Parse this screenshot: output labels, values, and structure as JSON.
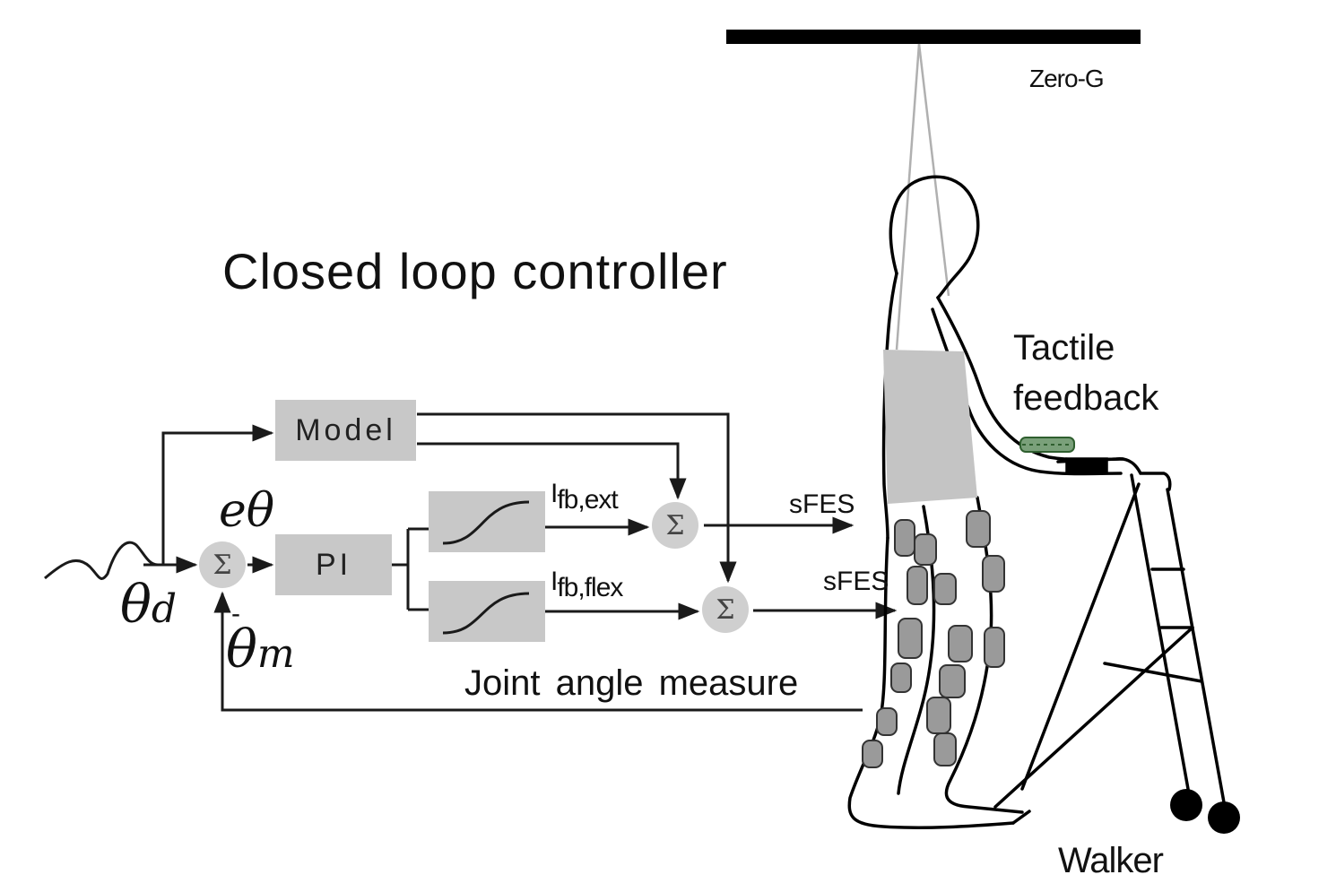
{
  "title": "Closed loop controller",
  "labels": {
    "zero_g": "Zero-G",
    "tactile_feedback": "Tactile feedback",
    "walker": "Walker",
    "joint_angle_measure": "Joint angle measure",
    "sfes_upper": "sFES",
    "sfes_lower": "sFES"
  },
  "blocks": {
    "model": "Model",
    "pi": "PI"
  },
  "summers": {
    "symbol": "Σ"
  },
  "signals": {
    "error": "eθ",
    "desired_symbol": "θ",
    "desired_sub": "d",
    "measured_symbol": "θ",
    "measured_sub": "m",
    "minus_sign": "-",
    "i_ext_base": "I",
    "i_ext_sub": "fb,ext",
    "i_flex_base": "I",
    "i_flex_sub": "fb,flex"
  },
  "colors": {
    "block_fill": "#c8c8c8",
    "line": "#1a1a1a",
    "muscle_pad": "#9a9a9a",
    "torso_vest": "#c4c4c4",
    "tactile_pad": "#3f7a3f"
  }
}
